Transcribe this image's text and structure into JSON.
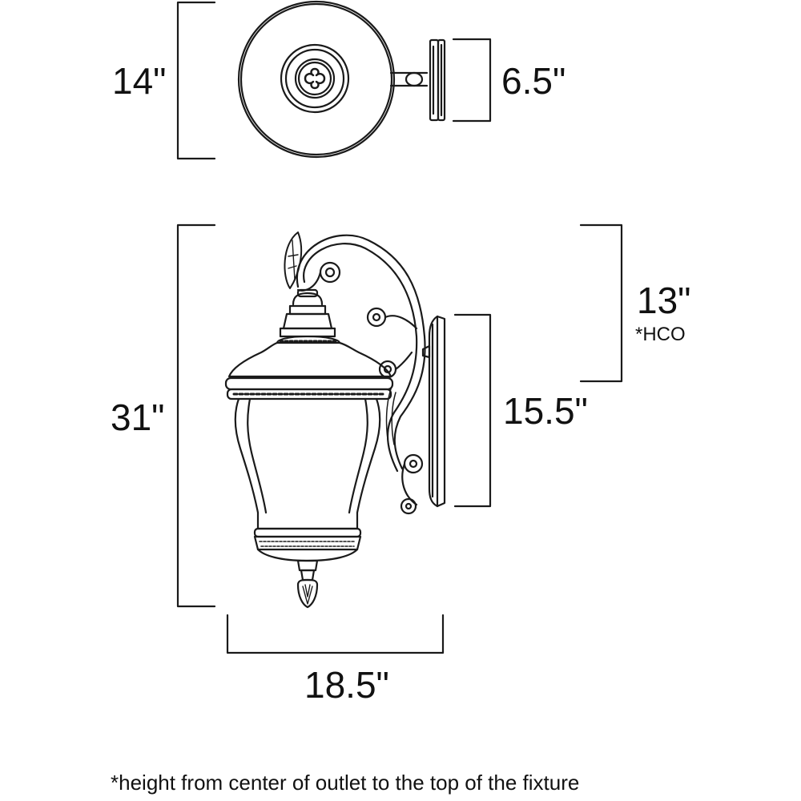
{
  "dimensions": {
    "top_view_height": "14\"",
    "top_view_depth": "6.5\"",
    "overall_height": "31\"",
    "hco": "13\"",
    "hco_note": "*HCO",
    "backplate_height": "15.5\"",
    "overall_width": "18.5\""
  },
  "footnote": "*height from center of outlet to the top of the fixture",
  "colors": {
    "line": "#1a1a1a",
    "background": "#ffffff"
  }
}
